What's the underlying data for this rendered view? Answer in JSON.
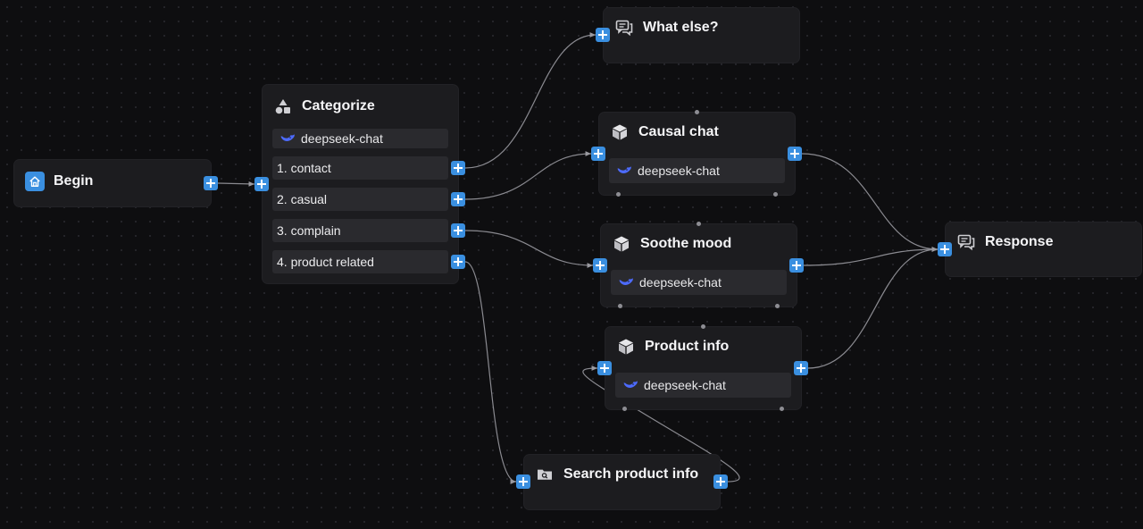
{
  "nodes": {
    "begin": {
      "title": "Begin"
    },
    "categorize": {
      "title": "Categorize",
      "model": "deepseek-chat",
      "categories": [
        "1. contact",
        "2. casual",
        "3. complain",
        "4. product related"
      ]
    },
    "what_else": {
      "title": "What else?"
    },
    "causal_chat": {
      "title": "Causal chat",
      "model": "deepseek-chat"
    },
    "soothe_mood": {
      "title": "Soothe mood",
      "model": "deepseek-chat"
    },
    "product_info": {
      "title": "Product info",
      "model": "deepseek-chat"
    },
    "search_product": {
      "title": "Search product info"
    },
    "response": {
      "title": "Response"
    }
  },
  "icons": {
    "begin": "home-icon",
    "categorize": "shapes-icon",
    "message": "message-icon",
    "llm": "box-icon",
    "retrieval": "folder-search-icon",
    "model": "deepseek-whale-icon"
  },
  "colors": {
    "accent": "#3a8fe0",
    "edge": "#9a9aa0",
    "model_brand": "#4d6bfe"
  }
}
